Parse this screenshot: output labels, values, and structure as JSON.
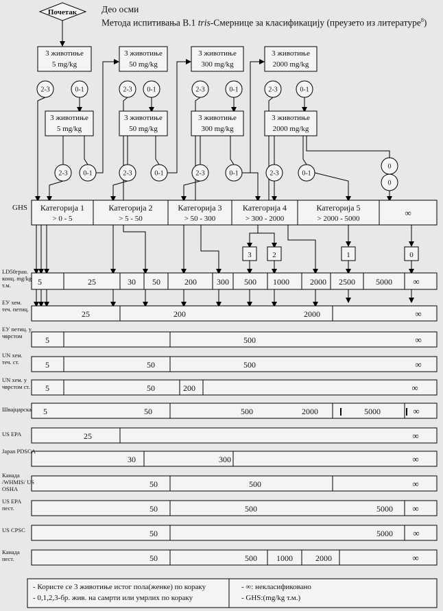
{
  "header": {
    "line1": "Део осми",
    "line2_pre": "Метода испитивања B.1 ",
    "line2_italic": "tris",
    "line2_post": "-Смернице за класификацију (преузето из литературе",
    "line2_sup": "8",
    "line2_end": ")"
  },
  "flow": {
    "start": "Почетак",
    "box_title": "3 животиње",
    "doses": [
      "5 mg/kg",
      "50 mg/kg",
      "300 mg/kg",
      "2000 mg/kg"
    ],
    "outcome_high": "2-3",
    "outcome_low": "0-1",
    "outcome_zero": "0",
    "sub_markers": [
      "3",
      "2",
      "1",
      "0"
    ]
  },
  "ghs": {
    "label": "GHS",
    "categories": [
      {
        "name": "Категорија 1",
        "range": "> 0 - 5"
      },
      {
        "name": "Категорија 2",
        "range": "> 5 - 50"
      },
      {
        "name": "Категорија 3",
        "range": "> 50 - 300"
      },
      {
        "name": "Категорија 4",
        "range": "> 300 - 2000"
      },
      {
        "name": "Категорија 5",
        "range": "> 2000 - 5000"
      },
      {
        "name": "",
        "range": "∞"
      }
    ]
  },
  "rows": [
    {
      "label": "LD50гран. конц. mg/kg т.м.",
      "cells": [
        "5",
        "25",
        "30",
        "50",
        "200",
        "300",
        "500",
        "1000",
        "2000",
        "2500",
        "5000",
        "∞"
      ]
    },
    {
      "label": "ЕУ хем. теч. петиц.",
      "cells": [
        "25",
        "200",
        "2000",
        "∞"
      ]
    },
    {
      "label": "ЕУ петиц. у чврстом",
      "cells": [
        "5",
        "500",
        "∞"
      ]
    },
    {
      "label": "UN хем. теч. ст.",
      "cells": [
        "5",
        "50",
        "500",
        "∞"
      ]
    },
    {
      "label": "UN хем. у чврстом ст.",
      "cells": [
        "5",
        "50",
        "200",
        "∞"
      ]
    },
    {
      "label": "Швајцарска",
      "cells": [
        "5",
        "50",
        "500",
        "2000",
        "5000",
        "∞"
      ]
    },
    {
      "label": "US EPA",
      "cells": [
        "25",
        "∞"
      ]
    },
    {
      "label": "Japan PDSCA",
      "cells": [
        "30",
        "300",
        "∞"
      ]
    },
    {
      "label": "Канада /WHMIS/ US OSHA",
      "cells": [
        "50",
        "500",
        "∞"
      ]
    },
    {
      "label": "US EPA пест.",
      "cells": [
        "50",
        "500",
        "5000",
        "∞"
      ]
    },
    {
      "label": "US CPSC",
      "cells": [
        "50",
        "5000",
        "∞"
      ]
    },
    {
      "label": "Канада пест.",
      "cells": [
        "50",
        "500",
        "1000",
        "2000",
        "∞"
      ]
    }
  ],
  "legend": {
    "left1": "- Користе се 3 животиње истог пола(женке) по кораку",
    "left2": "- 0,1,2,3-бр. жив. на самрти или умрлих по кораку",
    "right1": "-    ∞: некласификовано",
    "right2": "-    GHS:(mg/kg т.м.)"
  }
}
